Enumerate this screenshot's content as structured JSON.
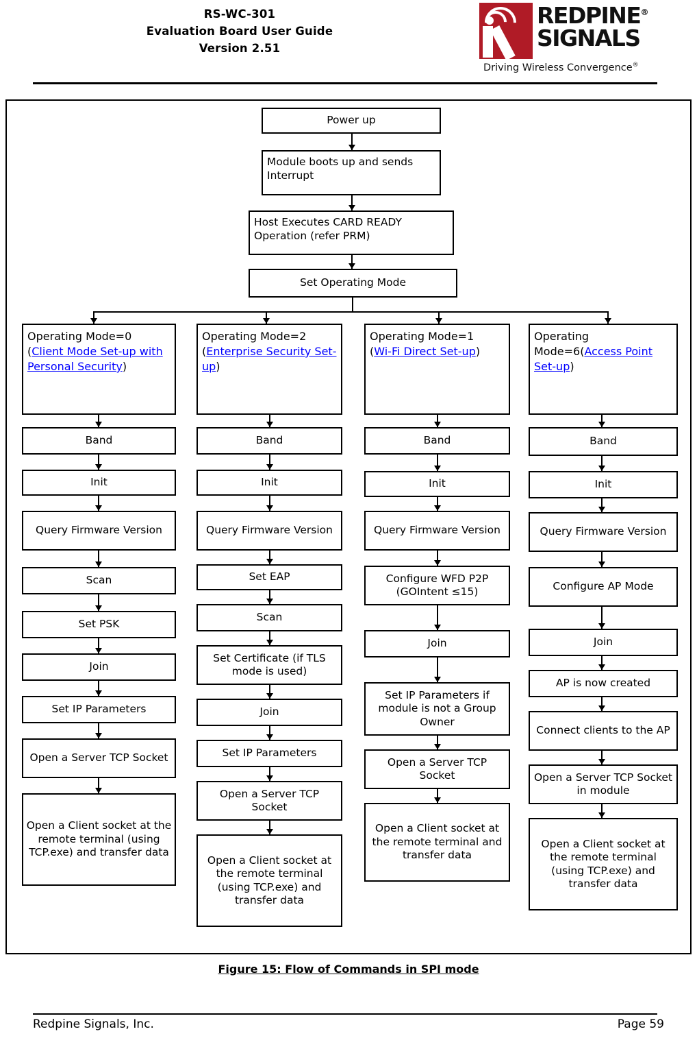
{
  "header": {
    "title_lines": [
      "RS-WC-301",
      "Evaluation Board User Guide",
      "Version 2.51"
    ],
    "logo": {
      "name_line1": "REDPINE",
      "name_line2": "SIGNALS",
      "registered_mark": "®",
      "tagline": "Driving Wireless Convergence"
    }
  },
  "figure": {
    "caption": "Figure 15: Flow of Commands in SPI mode",
    "trunk": [
      {
        "id": "power-up",
        "label": "Power up"
      },
      {
        "id": "module-boots",
        "label": "Module boots up and sends Interrupt"
      },
      {
        "id": "card-ready",
        "label": "Host Executes CARD READY Operation (refer PRM)"
      },
      {
        "id": "set-operating-mode",
        "label": "Set Operating Mode"
      }
    ],
    "columns": [
      {
        "id": "mode-0",
        "head": {
          "prefix": "Operating Mode=0",
          "open_paren": "(",
          "link": "Client Mode Set-up with Personal Security",
          "close_paren": ")"
        },
        "steps": [
          "Band",
          "Init",
          "Query Firmware Version",
          "Scan",
          "Set PSK",
          "Join",
          "Set IP Parameters",
          "Open a Server TCP Socket",
          "Open a Client socket at the remote terminal (using TCP.exe) and transfer data"
        ]
      },
      {
        "id": "mode-2",
        "head": {
          "prefix": "Operating Mode=2",
          "open_paren": "(",
          "link": "Enterprise Security Set-up",
          "close_paren": ")"
        },
        "steps": [
          "Band",
          "Init",
          "Query Firmware Version",
          "Set EAP",
          "Scan",
          "Set Certificate (if TLS mode is used)",
          "Join",
          "Set IP Parameters",
          "Open a Server TCP Socket",
          "Open a Client socket at the remote terminal (using TCP.exe) and transfer data"
        ]
      },
      {
        "id": "mode-1",
        "head": {
          "prefix": "Operating Mode=1",
          "open_paren": "(",
          "link": "Wi-Fi Direct Set-up",
          "close_paren": ")"
        },
        "steps": [
          "Band",
          "Init",
          "Query Firmware Version",
          "Configure WFD P2P (GOIntent ≤15)",
          "Join",
          "Set IP Parameters if module is not a Group Owner",
          "Open a Server TCP Socket",
          "Open a Client socket at the remote terminal and transfer data"
        ]
      },
      {
        "id": "mode-6",
        "head": {
          "prefix": "Operating Mode=6",
          "open_paren": "(",
          "link": "Access Point Set-up",
          "close_paren": ")"
        },
        "steps": [
          "Band",
          "Init",
          "Query Firmware Version",
          "Configure AP Mode",
          "Join",
          "AP is now created",
          "Connect clients to the AP",
          "Open a Server TCP Socket in module",
          "Open a Client socket at the remote terminal (using TCP.exe) and transfer data"
        ]
      }
    ]
  },
  "footer": {
    "company": "Redpine Signals, Inc.",
    "page": "Page 59"
  },
  "colors": {
    "link": "#0000ff",
    "brand_red": "#b01b26",
    "ink": "#000000"
  }
}
